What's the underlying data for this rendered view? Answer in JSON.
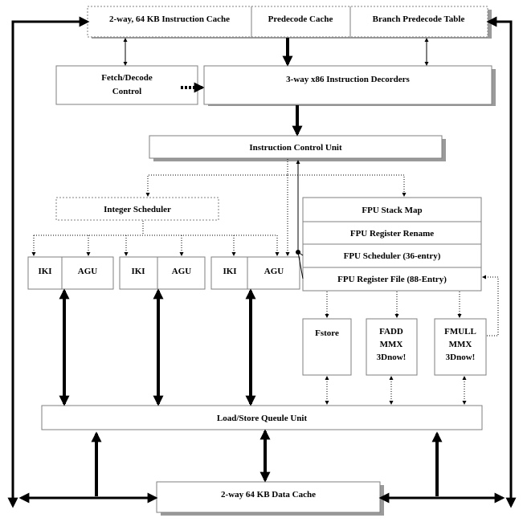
{
  "blocks": {
    "icache": "2-way, 64 KB Instruction Cache",
    "predecode_cache": "Predecode Cache",
    "branch_predecode": "Branch Predecode Table",
    "fetch_decode_1": "Fetch/Decode",
    "fetch_decode_2": "Control",
    "decoders": "3-way x86 Instruction Decorders",
    "icu": "Instruction Control Unit",
    "int_sched": "Integer Scheduler",
    "fpu_stack": "FPU Stack Map",
    "fpu_rename": "FPU Register Rename",
    "fpu_sched": "FPU Scheduler (36-entry)",
    "fpu_regfile": "FPU Register File (88-Entry)",
    "iki": "IKI",
    "agu": "AGU",
    "fstore": "Fstore",
    "fadd": [
      "FADD",
      "MMX",
      "3Dnow!"
    ],
    "fmull": [
      "FMULL",
      "MMX",
      "3Dnow!"
    ],
    "lsq": "Load/Store Queule Unit",
    "dcache": "2-way 64 KB Data Cache"
  },
  "colors": {
    "line": "#000000",
    "box_border": "#7f7f7f",
    "shadow": "#9a9a9a",
    "background": "#ffffff"
  }
}
